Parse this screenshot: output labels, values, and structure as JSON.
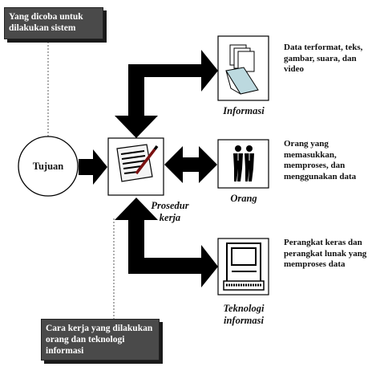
{
  "callouts": {
    "top": "Yang dicoba untuk dilakukan sistem",
    "bottom": "Cara kerja yang dilakukan orang dan teknologi informasi"
  },
  "nodes": {
    "tujuan": "Tujuan",
    "prosedur": "Prosedur kerja",
    "informasi": "Informasi",
    "orang": "Orang",
    "teknologi": "Teknologi informasi"
  },
  "descriptions": {
    "informasi": "Data terformat, teks, gambar, suara, dan video",
    "orang": "Orang yang memasukkan, memproses, dan menggunakan data",
    "teknologi": "Perangkat keras dan perangkat lunak yang memproses data"
  },
  "icons": {
    "procedure": "document-pen-icon",
    "information": "file-folders-icon",
    "people": "two-people-icon",
    "technology": "computer-terminal-icon"
  },
  "colors": {
    "callout_bg": "#4a4a4a",
    "arrow": "#000000",
    "dotted_line": "#666666"
  }
}
